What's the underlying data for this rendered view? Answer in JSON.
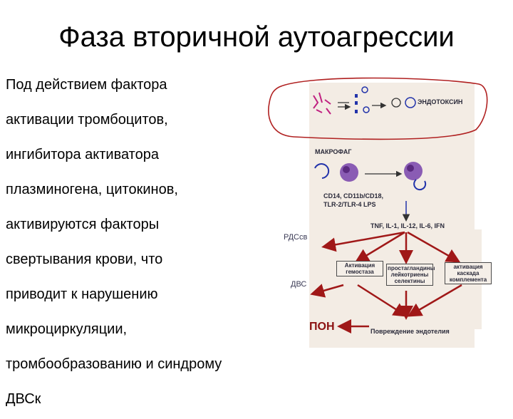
{
  "title": "Фаза вторичной аутоагрессии",
  "body_lines": [
    "Под действием фактора",
    "активации тромбоцитов,",
    "ингибитора активатора",
    "плазминогена, цитокинов,",
    "активируются факторы",
    "свертывания крови, что",
    "приводит к нарушению",
    "микроциркуляции,",
    "тромбообразованию и синдрому",
    "ДВСк"
  ],
  "diagram": {
    "endotoxin": "ЭНДОТОКСИН",
    "macrophage": "МАКРОФАГ",
    "receptors_1": "CD14, CD11b/CD18,",
    "receptors_2": "TLR-2/TLR-4 LPS",
    "cytokines": "TNF, IL-1, IL-12, IL-6, IFN",
    "rds": "РДСсв",
    "dvs": "ДВС",
    "hemostasis": "Активация гемостаза",
    "prostaglandins": "простагландины лейкотриены селектины",
    "complement": "активация каскада комплемента",
    "pon": "ПОН",
    "endothelium": "Повреждение эндотелия",
    "colors": {
      "arrow_red": "#a01818",
      "cells_purple": "#7a4fa0",
      "loop_red": "#b02020",
      "panel": "#f3ece4",
      "text_dark": "#2a2a3a"
    }
  }
}
